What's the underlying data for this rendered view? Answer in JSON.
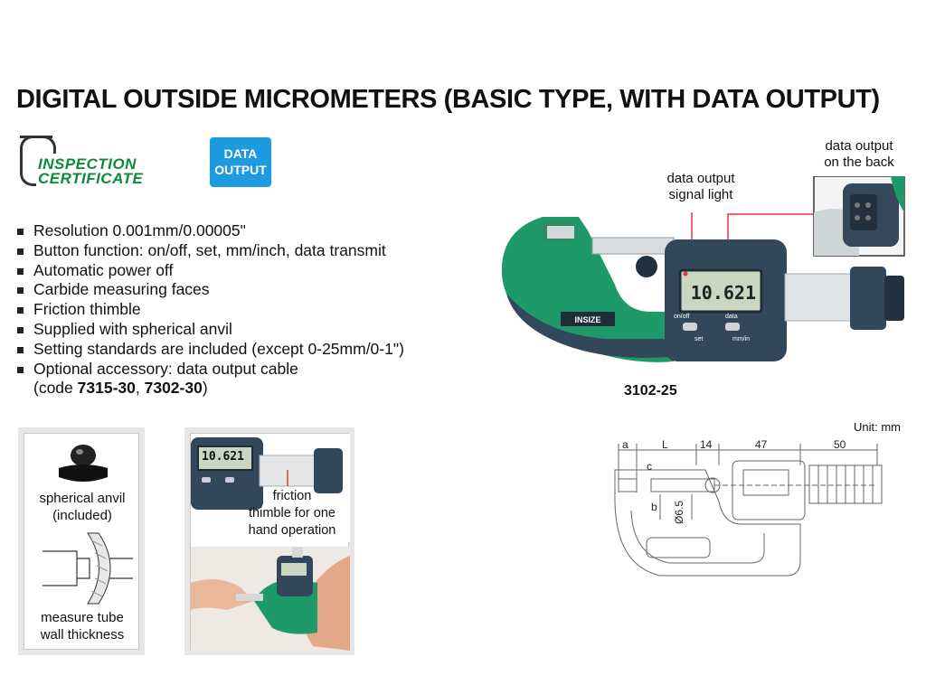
{
  "title": "DIGITAL OUTSIDE MICROMETERS (BASIC TYPE, WITH DATA OUTPUT)",
  "badges": {
    "inspection_line1": "INSPECTION",
    "inspection_line2": "CERTIFICATE",
    "data_output_line1": "DATA",
    "data_output_line2": "OUTPUT"
  },
  "features": [
    "Resolution 0.001mm/0.00005\"",
    "Button function: on/off, set, mm/inch, data transmit",
    "Automatic power off",
    "Carbide measuring faces",
    "Friction thimble",
    "Supplied with spherical anvil",
    "Setting standards are included (except 0-25mm/0-1\")",
    "Optional accessory: data output cable"
  ],
  "code_line": {
    "prefix": "(code ",
    "code1": "7315-30",
    "sep": ", ",
    "code2": "7302-30",
    "suffix": ")"
  },
  "callouts": {
    "signal_light_1": "data output",
    "signal_light_2": "signal light",
    "back_1": "data output",
    "back_2": "on the back"
  },
  "product": {
    "model": "3102-25",
    "display_value": "10.621",
    "brand": "INSIZE",
    "btn_onoff": "on/off",
    "btn_set": "set",
    "btn_data": "data",
    "btn_mminch": "mm/in"
  },
  "drawing": {
    "unit": "Unit: mm",
    "dim_a": "a",
    "dim_L": "L",
    "dim_14": "14",
    "dim_47": "47",
    "dim_50": "50",
    "dim_c": "c",
    "dim_b": "b",
    "dim_dia": "Ø6.5"
  },
  "panel_left": {
    "anvil_1": "spherical anvil",
    "anvil_2": "(included)",
    "tube_1": "measure tube",
    "tube_2": "wall thickness"
  },
  "panel_right": {
    "display_value": "10.621",
    "thimble_1": "friction",
    "thimble_2": "thimble for one",
    "thimble_3": "hand operation"
  },
  "colors": {
    "accent_green": "#0f8a3c",
    "badge_blue": "#1e9be0",
    "frame_green": "#1e9a6a",
    "dark_blue": "#33475a",
    "callout_red": "#e23a3a"
  }
}
